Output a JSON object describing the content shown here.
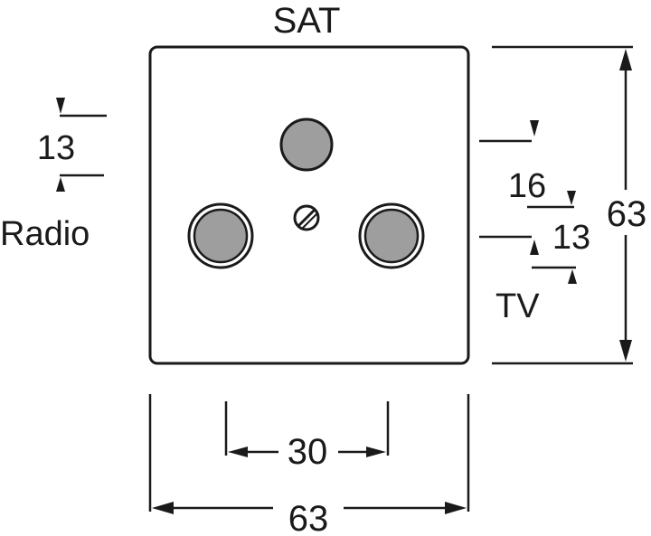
{
  "labels": {
    "sat": "SAT",
    "radio": "Radio",
    "tv": "TV"
  },
  "dimensions": {
    "plate_width": "63",
    "plate_height": "63",
    "connector_spacing": "30",
    "radio_offset": "13",
    "sat_offset": "16",
    "tv_offset": "13"
  },
  "colors": {
    "line": "#1a1a1a",
    "connector_fill": "#9e9e9e",
    "background": "#ffffff"
  }
}
